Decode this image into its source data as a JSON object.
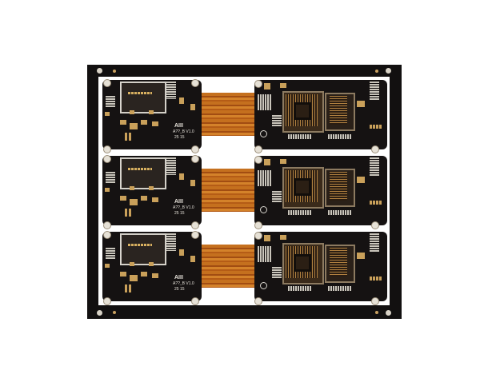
{
  "image": {
    "subject": "Rigid-flex printed circuit board panel",
    "background_color": "#ffffff",
    "panel_color": "#121010",
    "flex_color": "#c5701e",
    "pad_color": "#c9a05a"
  },
  "panel": {
    "rows": 3,
    "units": [
      {
        "row": 1,
        "silkscreen_lines": [
          "AIII",
          "A??_B V1.0",
          "25 15"
        ]
      },
      {
        "row": 2,
        "silkscreen_lines": [
          "AIII",
          "A??_B V1.0",
          "25 15"
        ]
      },
      {
        "row": 3,
        "silkscreen_lines": [
          "AIII",
          "A??_B V1.0",
          "25 15"
        ]
      }
    ]
  }
}
